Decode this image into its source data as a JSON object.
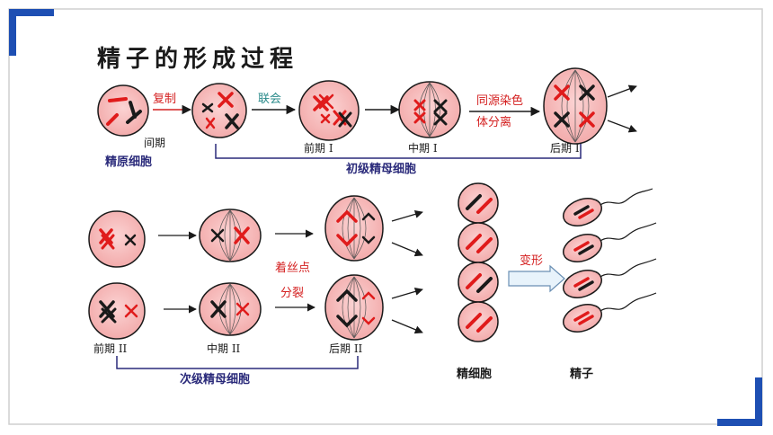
{
  "title": "精子的形成过程",
  "labels": {
    "fuzhi": "复制",
    "lianhui": "联会",
    "tongyuan_line1": "同源染色",
    "tongyuan_line2": "体分离",
    "jianqi": "间期",
    "qianqi1": "前期 I",
    "zhongqi1": "中期 I",
    "houqi1": "后期 I",
    "jingyuan": "精原细胞",
    "chuji": "初级精母细胞",
    "zhuosidian": "着丝点",
    "fenlie": "分裂",
    "qianqi2": "前期 II",
    "zhongqi2": "中期 II",
    "houqi2": "后期 II",
    "ciji": "次级精母细胞",
    "bianxing": "变形",
    "jingxibao": "精细胞",
    "jingzi": "精子"
  },
  "colors": {
    "cell_fill": "#f6b8b8",
    "cell_stroke": "#1a1a1a",
    "chrom_red": "#e01b1b",
    "chrom_black": "#1a1a1a",
    "label_red": "#d42020",
    "label_blue": "#2a2a7a",
    "label_teal": "#2a8a8a",
    "accent_blue": "#1e4fb3"
  }
}
